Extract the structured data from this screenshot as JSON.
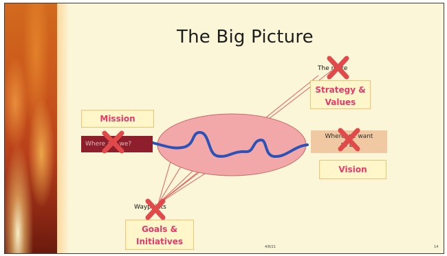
{
  "slide": {
    "title": "The Big Picture",
    "labels": {
      "mission": "Mission",
      "strategy_line1": "Strategy &",
      "strategy_line2": "Values",
      "vision": "Vision",
      "goals_line1": "Goals &",
      "goals_line2": "Initiatives"
    },
    "boxes": {
      "where_are_we": "Where are we?",
      "where_want_line1": "Where we want",
      "where_want_line2": "to be"
    },
    "texts": {
      "the_route": "The route",
      "waypoints": "Waypoints"
    },
    "footer": {
      "date": "4/8/21",
      "page_number": "14"
    },
    "colors": {
      "background": "#fbf6d7",
      "label_text": "#e23a6c",
      "ellipse": "#f2a8a8",
      "path": "#2b52b8",
      "x_mark": "#e04a4a",
      "connector": "#e06060"
    }
  }
}
